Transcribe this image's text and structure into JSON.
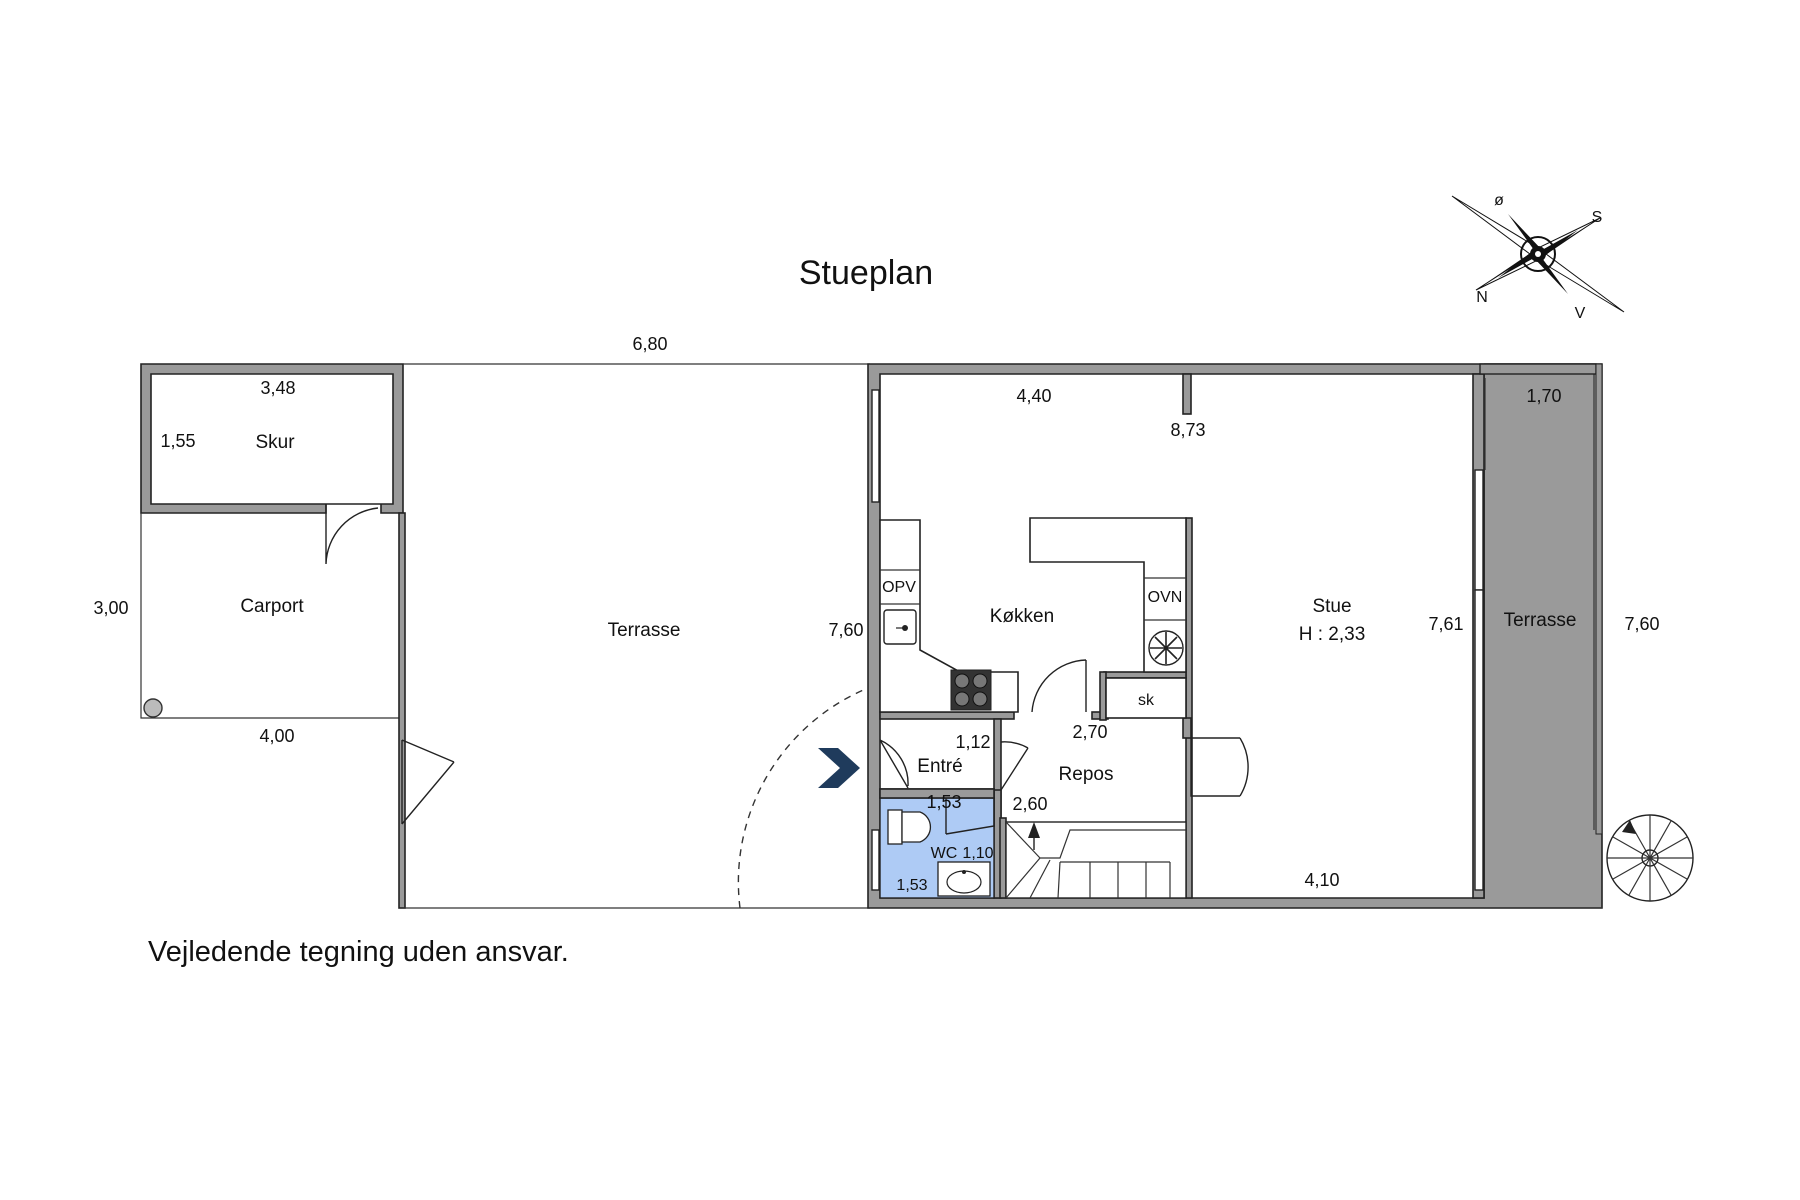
{
  "plan": {
    "title": "Stueplan",
    "disclaimer": "Vejledende tegning uden ansvar.",
    "wc_color": "#aecbf5",
    "entrance_arrow_color": "#1f3b5c",
    "compass": {
      "n": "N",
      "s": "S",
      "o": "ø",
      "v": "V"
    },
    "rooms": {
      "skur": "Skur",
      "carport": "Carport",
      "terrasse_left": "Terrasse",
      "kokken": "Køkken",
      "stue": "Stue",
      "stue_height": "H : 2,33",
      "terrasse_right": "Terrasse",
      "entre": "Entré",
      "repos": "Repos",
      "wc": "WC",
      "opv": "OPV",
      "ovn": "OVN",
      "sk": "sk"
    },
    "dims": {
      "top_total": "6,80",
      "skur_width": "3,48",
      "skur_depth": "1,55",
      "carport_depth": "3,00",
      "carport_width": "4,00",
      "kitchen_width": "4,40",
      "house_width": "8,73",
      "right_terrace_width": "1,70",
      "house_depth_left": "7,60",
      "stue_depth": "7,61",
      "right_terrace_depth": "7,60",
      "entre_depth": "1,12",
      "entre_width": "1,53",
      "repos_width": "2,70",
      "stairs_width": "2,60",
      "wc_depth": "1,10",
      "wc_width": "1,53",
      "stue_bottom": "4,10"
    }
  }
}
